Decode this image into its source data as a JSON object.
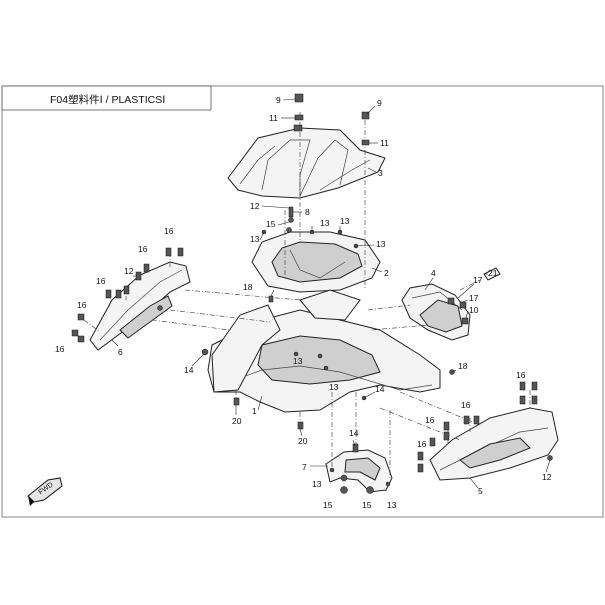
{
  "title": "F04塑料件Ⅰ / PLASTICSⅠ",
  "fwd_label": "FWD",
  "callouts": [
    {
      "id": "c9a",
      "text": "9"
    },
    {
      "id": "c9b",
      "text": "9"
    },
    {
      "id": "c11a",
      "text": "11"
    },
    {
      "id": "c11b",
      "text": "11"
    },
    {
      "id": "c3",
      "text": "3"
    },
    {
      "id": "c12a",
      "text": "12"
    },
    {
      "id": "c8",
      "text": "8"
    },
    {
      "id": "c15a",
      "text": "15"
    },
    {
      "id": "c13a",
      "text": "13"
    },
    {
      "id": "c13b",
      "text": "13"
    },
    {
      "id": "c13c",
      "text": "13"
    },
    {
      "id": "c13d",
      "text": "13"
    },
    {
      "id": "c2",
      "text": "2"
    },
    {
      "id": "c4",
      "text": "4"
    },
    {
      "id": "c17a",
      "text": "17"
    },
    {
      "id": "c17b",
      "text": "17"
    },
    {
      "id": "c21",
      "text": "21"
    },
    {
      "id": "c10",
      "text": "10"
    },
    {
      "id": "c16a",
      "text": "16"
    },
    {
      "id": "c16b",
      "text": "16"
    },
    {
      "id": "c16c",
      "text": "16"
    },
    {
      "id": "c16d",
      "text": "16"
    },
    {
      "id": "c16e",
      "text": "16"
    },
    {
      "id": "c12b",
      "text": "12"
    },
    {
      "id": "c6",
      "text": "6"
    },
    {
      "id": "c18a",
      "text": "18"
    },
    {
      "id": "c14a",
      "text": "14"
    },
    {
      "id": "c13e",
      "text": "13"
    },
    {
      "id": "c13f",
      "text": "13"
    },
    {
      "id": "c18b",
      "text": "18"
    },
    {
      "id": "c14b",
      "text": "14"
    },
    {
      "id": "c1",
      "text": "1"
    },
    {
      "id": "c20a",
      "text": "20"
    },
    {
      "id": "c20b",
      "text": "20"
    },
    {
      "id": "c16f",
      "text": "16"
    },
    {
      "id": "c16g",
      "text": "16"
    },
    {
      "id": "c16h",
      "text": "16"
    },
    {
      "id": "c16i",
      "text": "16"
    },
    {
      "id": "c14c",
      "text": "14"
    },
    {
      "id": "c7",
      "text": "7"
    },
    {
      "id": "c13g",
      "text": "13"
    },
    {
      "id": "c15b",
      "text": "15"
    },
    {
      "id": "c15c",
      "text": "15"
    },
    {
      "id": "c13h",
      "text": "13"
    },
    {
      "id": "c5",
      "text": "5"
    },
    {
      "id": "c12c",
      "text": "12"
    }
  ]
}
